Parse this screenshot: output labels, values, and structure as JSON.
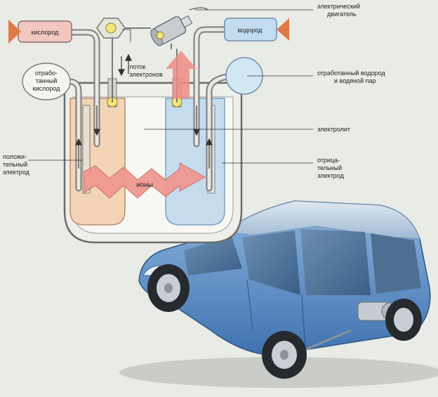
{
  "labels": {
    "oxygen": "кислород",
    "hydrogen": "водород",
    "motor_line1": "электрический",
    "motor_line2": "двигатель",
    "electron_flow_line1": "поток",
    "electron_flow_line2": "электронов",
    "spent_oxygen_line1": "отрабо-",
    "spent_oxygen_line2": "танный",
    "spent_oxygen_line3": "кислород",
    "spent_hydrogen_line1": "отработанный водород",
    "spent_hydrogen_line2": "и водяной пар",
    "electrolyte": "электролит",
    "positive_electrode_line1": "положи-",
    "positive_electrode_line2": "тельный",
    "positive_electrode_line3": "электрод",
    "negative_electrode_line1": "отрица-",
    "negative_electrode_line2": "тельный",
    "negative_electrode_line3": "электрод",
    "ions": "ионы"
  },
  "colors": {
    "background": "#e9ebe6",
    "oxygen_side": "#f2cfae",
    "hydrogen_side": "#bcd6ec",
    "tank_pink": "#f4c9c4",
    "tank_blue": "#c6dff0",
    "ion_arrow": "#ef8f84",
    "car_body": "#5c8fc9",
    "wire_yellow": "#f3e67a"
  }
}
